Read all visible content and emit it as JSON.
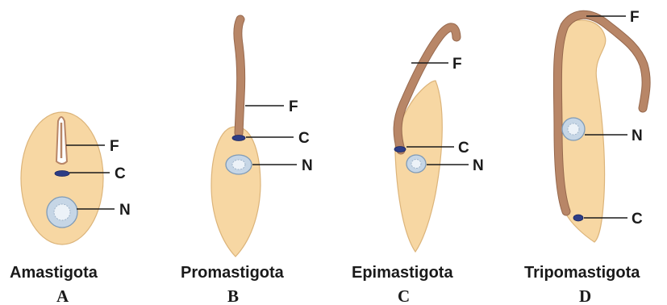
{
  "stages": [
    {
      "id": "amastigota",
      "name": "Amastigota",
      "letter": "A",
      "labels": {
        "flagellum": "F",
        "kinetoplast": "C",
        "nucleus": "N"
      }
    },
    {
      "id": "promastigota",
      "name": "Promastigota",
      "letter": "B",
      "labels": {
        "flagellum": "F",
        "kinetoplast": "C",
        "nucleus": "N"
      }
    },
    {
      "id": "epimastigota",
      "name": "Epimastigota",
      "letter": "C",
      "labels": {
        "flagellum": "F",
        "kinetoplast": "C",
        "nucleus": "N"
      }
    },
    {
      "id": "tripomastigota",
      "name": "Tripomastigota",
      "letter": "D",
      "labels": {
        "flagellum": "F",
        "kinetoplast": "C",
        "nucleus": "N"
      }
    }
  ],
  "colors": {
    "cell_fill": "#f7d7a3",
    "flagellum": "#b88667",
    "kinetoplast": "#2d3d86",
    "nucleus": "#c6d6e6"
  }
}
